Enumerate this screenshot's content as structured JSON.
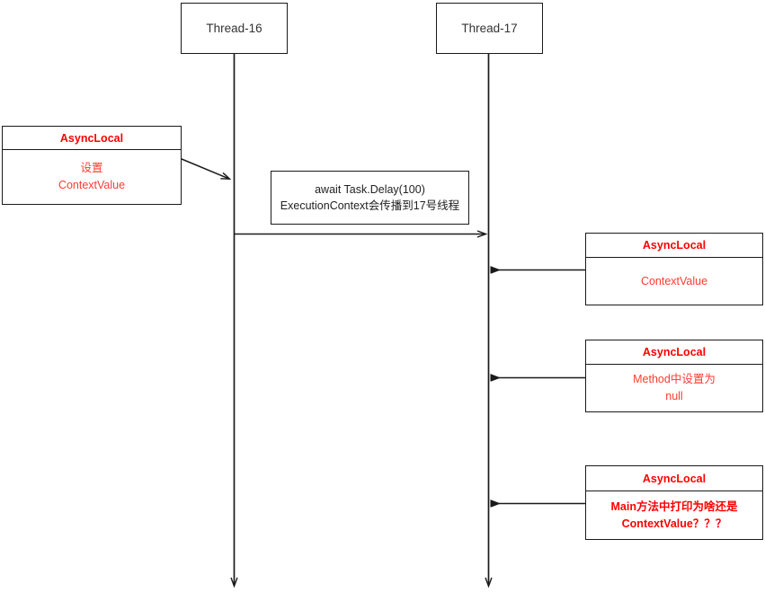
{
  "diagram": {
    "title": "AsyncLocal ExecutionContext sequence diagram",
    "colors": {
      "accent_red": "#ff0000",
      "body_red": "#ff3b30",
      "stroke": "#1a1a1a",
      "note_text": "#222222",
      "background": "#ffffff"
    }
  },
  "lifelines": [
    {
      "id": "thread16",
      "label": "Thread-16"
    },
    {
      "id": "thread17",
      "label": "Thread-17"
    }
  ],
  "note": {
    "line1": "await Task.Delay(100)",
    "line2": "ExecutionContext会传播到17号线程"
  },
  "boxes": [
    {
      "id": "asynclocal-set",
      "title": "AsyncLocal",
      "body_line1": "设置",
      "body_line2": "ContextValue",
      "bold_body": false
    },
    {
      "id": "asynclocal-contextvalue",
      "title": "AsyncLocal",
      "body_line1": "ContextValue",
      "body_line2": "",
      "bold_body": false
    },
    {
      "id": "asynclocal-null",
      "title": "AsyncLocal",
      "body_line1": "Method中设置为",
      "body_line2": "null",
      "bold_body": false
    },
    {
      "id": "asynclocal-question",
      "title": "AsyncLocal",
      "body_line1": "Main方法中打印为啥还是",
      "body_line2": "ContextValue？？？",
      "bold_body": true
    }
  ]
}
